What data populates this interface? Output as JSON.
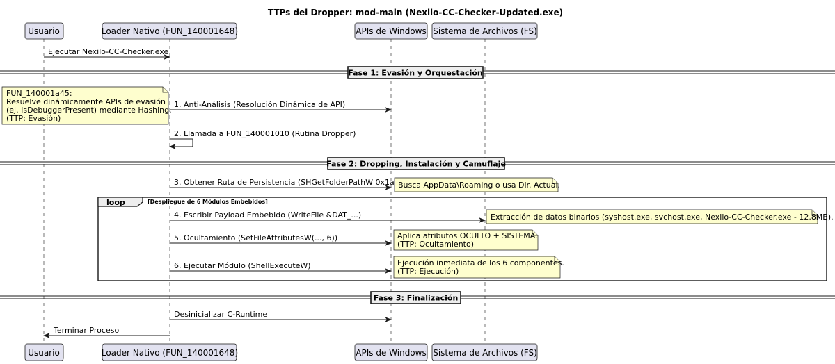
{
  "title": "TTPs del Dropper: mod-main (Nexilo-CC-Checker-Updated.exe)",
  "participants": [
    {
      "id": "usuario",
      "label": "Usuario"
    },
    {
      "id": "loader",
      "label": "Loader Nativo (FUN_140001648)"
    },
    {
      "id": "apis",
      "label": "APIs de Windows"
    },
    {
      "id": "fs",
      "label": "Sistema de Archivos (FS)"
    }
  ],
  "dividers": [
    {
      "label": "Fase 1: Evasión y Orquestación"
    },
    {
      "label": "Fase 2: Dropping, Instalación y Camuflaje"
    },
    {
      "label": "Fase 3: Finalización"
    }
  ],
  "messages": [
    {
      "from": "usuario",
      "to": "loader",
      "label": "Ejecutar Nexilo-CC-Checker.exe"
    },
    {
      "from": "loader",
      "to": "apis",
      "label": "1. Anti-Análisis (Resolución Dinámica de API)"
    },
    {
      "from": "loader",
      "to": "loader",
      "label": "2. Llamada a FUN_140001010 (Rutina Dropper)"
    },
    {
      "from": "loader",
      "to": "apis",
      "label": "3. Obtener Ruta de Persistencia (SHGetFolderPathW 0x1a)"
    },
    {
      "from": "loader",
      "to": "fs",
      "label": "4. Escribir Payload Embebido (WriteFile &DAT_...)"
    },
    {
      "from": "loader",
      "to": "apis",
      "label": "5. Ocultamiento (SetFileAttributesW(..., 6))"
    },
    {
      "from": "loader",
      "to": "apis",
      "label": "6. Ejecutar Módulo (ShellExecuteW)"
    },
    {
      "from": "loader",
      "to": "apis",
      "label": "Desinicializar C-Runtime"
    },
    {
      "from": "loader",
      "to": "usuario",
      "label": "Terminar Proceso"
    }
  ],
  "notes": [
    {
      "lines": [
        "FUN_140001a45:",
        "Resuelve dinámicamente APIs de evasión",
        "(ej. IsDebuggerPresent) mediante Hashing.",
        "(TTP: Evasión)"
      ]
    },
    {
      "lines": [
        "Busca AppData\\Roaming o usa Dir. Actual."
      ]
    },
    {
      "lines": [
        "Extracción de datos binarios (syshost.exe, svchost.exe, Nexilo-CC-Checker.exe - 12.8MB)."
      ]
    },
    {
      "lines": [
        "Aplica atributos OCULTO + SISTEMA.",
        "(TTP: Ocultamiento)"
      ]
    },
    {
      "lines": [
        "Ejecución inmediata de los 6 componentes.",
        "(TTP: Ejecución)"
      ]
    }
  ],
  "loop": {
    "keyword": "loop",
    "condition": "[Despliegue de 6 Módulos Embebidos]"
  },
  "colors": {
    "participant_fill": "#e2e2f0",
    "note_fill": "#fefece",
    "divider_fill": "#eeeeee",
    "line": "#181818"
  }
}
